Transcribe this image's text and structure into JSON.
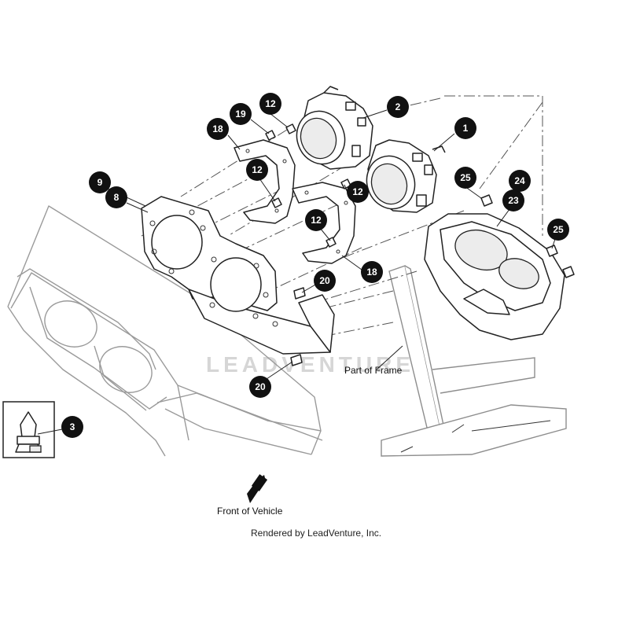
{
  "callouts": [
    {
      "id": "c1",
      "label": "1"
    },
    {
      "id": "c2",
      "label": "2"
    },
    {
      "id": "c3",
      "label": "3"
    },
    {
      "id": "c8",
      "label": "8"
    },
    {
      "id": "c9",
      "label": "9"
    },
    {
      "id": "c12a",
      "label": "12"
    },
    {
      "id": "c12b",
      "label": "12"
    },
    {
      "id": "c12c",
      "label": "12"
    },
    {
      "id": "c12d",
      "label": "12"
    },
    {
      "id": "c18a",
      "label": "18"
    },
    {
      "id": "c18b",
      "label": "18"
    },
    {
      "id": "c19",
      "label": "19"
    },
    {
      "id": "c20a",
      "label": "20"
    },
    {
      "id": "c20b",
      "label": "20"
    },
    {
      "id": "c23",
      "label": "23"
    },
    {
      "id": "c24",
      "label": "24"
    },
    {
      "id": "c25a",
      "label": "25"
    },
    {
      "id": "c25b",
      "label": "25"
    }
  ],
  "labels": {
    "frame": "Part of Frame",
    "front": "Front of Vehicle",
    "credit": "Rendered by LeadVenture, Inc.",
    "watermark": "LEADVENTURE"
  }
}
